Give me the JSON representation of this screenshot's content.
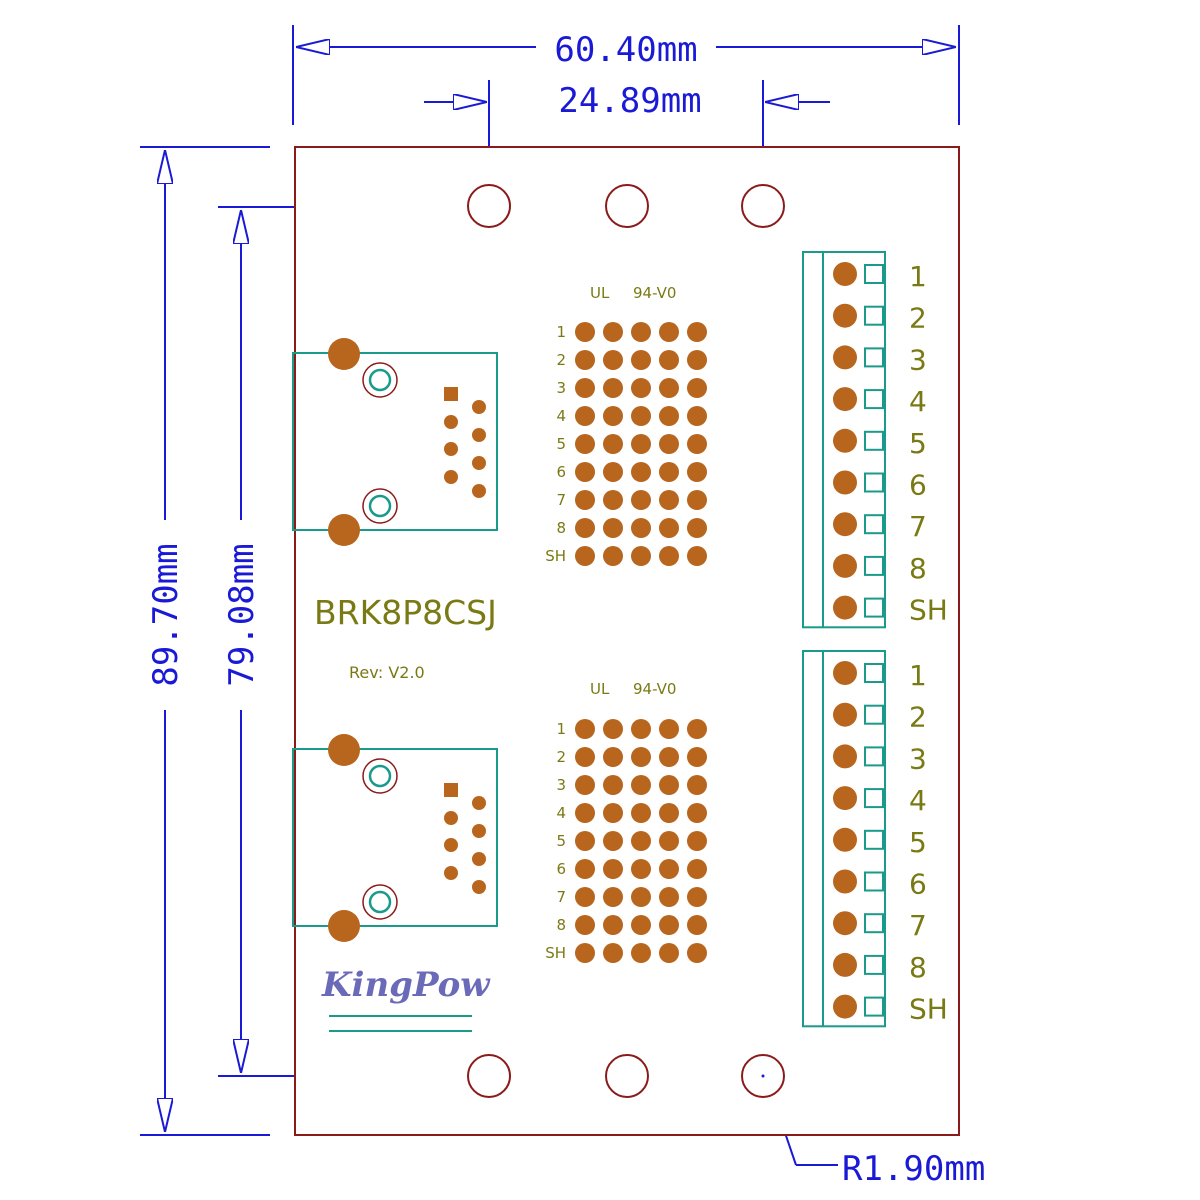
{
  "dimensions": {
    "board_width": "60.40mm",
    "hole_spacing": "24.89mm",
    "board_height": "89.70mm",
    "hole_vertical_spacing": "79.08mm",
    "hole_radius": "R1.90mm"
  },
  "board": {
    "part_number": "BRK8P8CSJ",
    "revision": "Rev: V2.0",
    "brand": "KingPow"
  },
  "proto_grid": {
    "material_label_left": "UL",
    "material_label_right": "94-V0",
    "row_labels": [
      "1",
      "2",
      "3",
      "4",
      "5",
      "6",
      "7",
      "8",
      "SH"
    ]
  },
  "terminal_labels": [
    "1",
    "2",
    "3",
    "4",
    "5",
    "6",
    "7",
    "8",
    "SH"
  ],
  "colors": {
    "dimension": "#1a1ad6",
    "board_outline": "#8b1a1a",
    "copper_pad": "#b8651e",
    "component_outline": "#1a9a8a",
    "silkscreen": "#7a7a14",
    "brand": "#6a6ab8"
  }
}
